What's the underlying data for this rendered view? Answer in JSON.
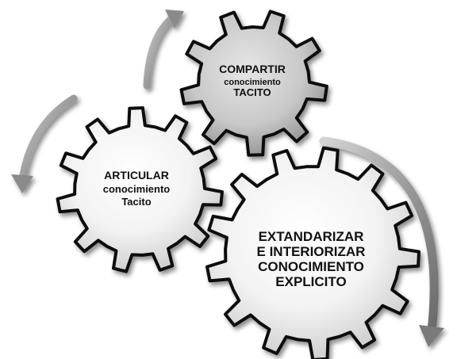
{
  "gears": [
    {
      "id": "compartir",
      "lines": [
        "COMPARTIR",
        "conocimiento",
        "TACITO"
      ]
    },
    {
      "id": "articular",
      "lines": [
        "ARTICULAR",
        "conocimiento",
        "Tacito"
      ]
    },
    {
      "id": "extandarizar",
      "lines": [
        "EXTANDARIZAR",
        "E  INTERIORIZAR",
        "CONOCIMIENTO",
        "EXPLICITO"
      ]
    }
  ]
}
